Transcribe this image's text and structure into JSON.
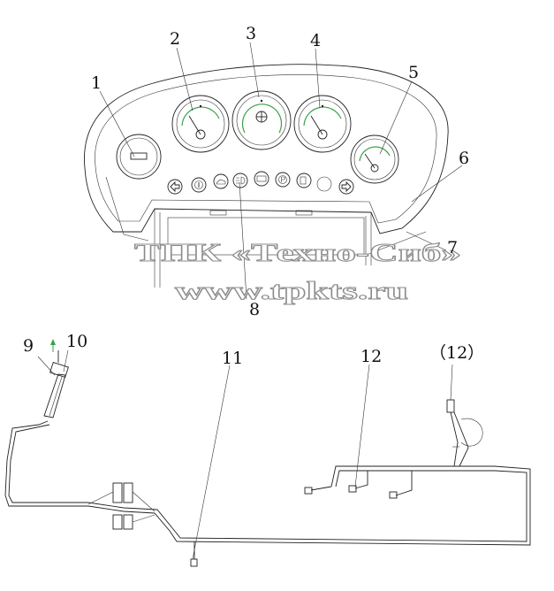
{
  "callouts": {
    "c1": "1",
    "c2": "2",
    "c3": "3",
    "c4": "4",
    "c5": "5",
    "c6": "6",
    "c7": "7",
    "c8": "8",
    "c9": "9",
    "c10": "10",
    "c11": "11",
    "c12": "12",
    "c12b": "（12）"
  },
  "watermark": {
    "line1": "ТПК «Техно-Сиб»",
    "line2": "www.tpkts.ru"
  },
  "colors": {
    "line": "#222222",
    "gauge_marks": "#3aa04a",
    "watermark_outline": "#8a8a8a"
  }
}
